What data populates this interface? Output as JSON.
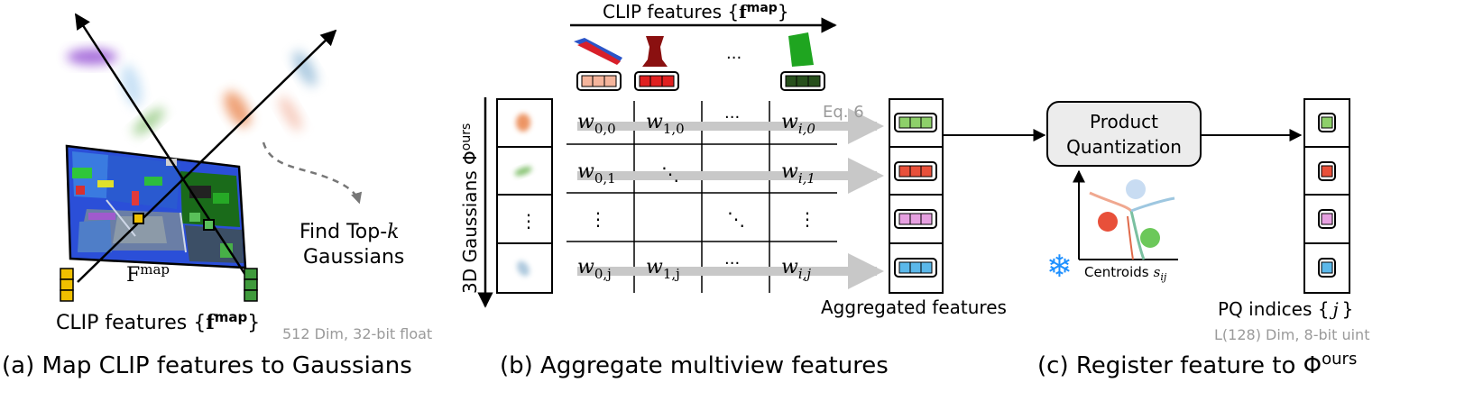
{
  "panel_a": {
    "caption": "(a) Map CLIP features to Gaussians",
    "fmap_label": "F",
    "fmap_sup": "map",
    "find_topk_line1": "Find Top-",
    "find_topk_k": "k",
    "find_topk_line2": "Gaussians",
    "clip_label": "CLIP features {",
    "clip_bold": "f",
    "clip_sup": "map",
    "clip_close": "}",
    "dim_note": "512 Dim, 32-bit float",
    "colors": {
      "purple": "#8b3fd0",
      "blue": "#7fb9e6",
      "green": "#72b85a",
      "orange": "#e87a3c",
      "yellow": "#f0c000",
      "green_feat": "#3f9a3c"
    }
  },
  "panel_b": {
    "caption": "(b) Aggregate multiview features",
    "top_label": "CLIP features {",
    "top_bold": "f",
    "top_sup": "map",
    "top_close": "}",
    "top_dots": "···",
    "side_label": "3D Gaussians Φ",
    "side_sup": "ours",
    "eq_label": "Eq. 6",
    "weights_row0": [
      "w",
      "w",
      "···",
      "w"
    ],
    "weights_row0_sub": [
      "0,0",
      "1,0",
      "",
      "i,0"
    ],
    "weights_row1": [
      "w",
      "⋱",
      "w"
    ],
    "weights_row1_sub": [
      "0,1",
      "",
      "i,1"
    ],
    "weights_row2": [
      "⋮",
      "⋱",
      "⋮"
    ],
    "weights_row3": [
      "w",
      "w",
      "···",
      "w"
    ],
    "weights_row3_sub": [
      "0,j",
      "1,j",
      "",
      "i,j"
    ],
    "left_dots": "⋮",
    "aggregated_label": "Aggregated features",
    "colors": {
      "orange": "#f2a88a",
      "red": "#e23a2a",
      "pink": "#e6a0e0",
      "blue": "#5bb8ea",
      "green": "#8ed06a",
      "dark_green": "#274f1c",
      "light_salmon": "#f5b59c"
    }
  },
  "panel_c": {
    "caption": "(c) Register feature to Φ",
    "caption_sup": "ours",
    "pq_line1": "Product",
    "pq_line2": "Quantization",
    "centroids_label": "Centroids",
    "centroids_sym": "s",
    "centroids_sub": "ij",
    "pq_indices_label": "PQ indices {",
    "pq_indices_j": "j",
    "pq_indices_close": "}",
    "dim_note": "L(128) Dim, 8-bit uint",
    "snow_icon": "❄",
    "colors": {
      "green": "#8ed06a",
      "red": "#e8503a",
      "pink": "#e6a0e0",
      "blue": "#5bb8ea",
      "snow": "#1e90ff"
    }
  }
}
